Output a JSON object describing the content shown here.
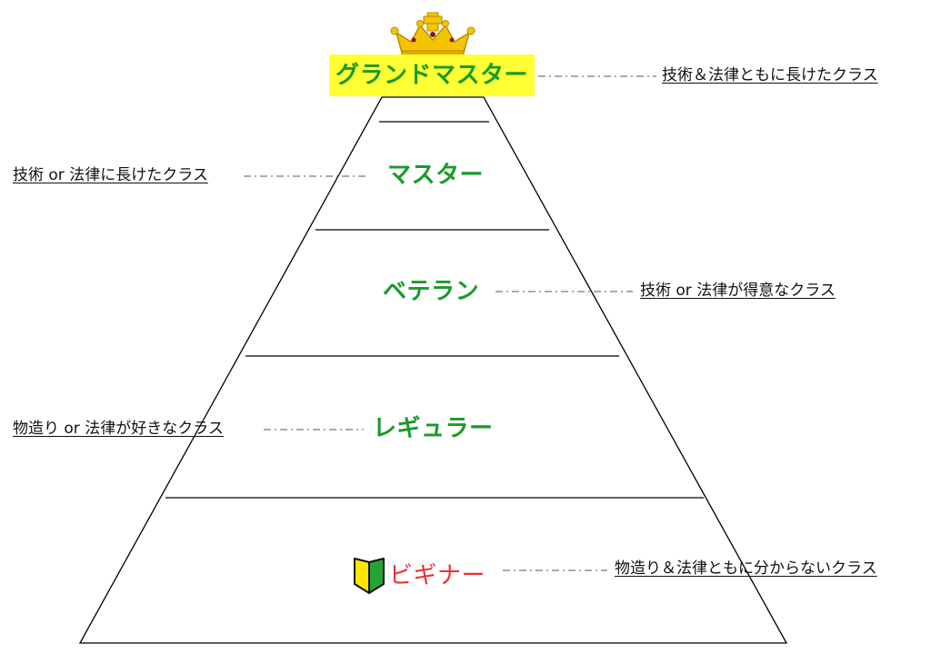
{
  "levels": [
    {
      "label": "グランドマスター",
      "color": "#1a9a2a",
      "highlight": "#ffff33",
      "description": "技術＆法律ともに長けたクラス"
    },
    {
      "label": "マスター",
      "color": "#1a9a2a",
      "description": "技術 or 法律に長けたクラス"
    },
    {
      "label": "ベテラン",
      "color": "#1a9a2a",
      "description": "技術 or 法律が得意なクラス"
    },
    {
      "label": "レギュラー",
      "color": "#1a9a2a",
      "description": "物造り or 法律が好きなクラス"
    },
    {
      "label": "ビギナー",
      "color": "#e83232",
      "description": "物造り＆法律ともに分からないクラス"
    }
  ],
  "icons": {
    "top": "crown-icon",
    "beginner": "beginner-mark-icon"
  },
  "colors": {
    "line": "#000000",
    "leader": "#555555",
    "crown": "#f5c400",
    "mark_green": "#27a336",
    "mark_yellow": "#ffe600"
  }
}
